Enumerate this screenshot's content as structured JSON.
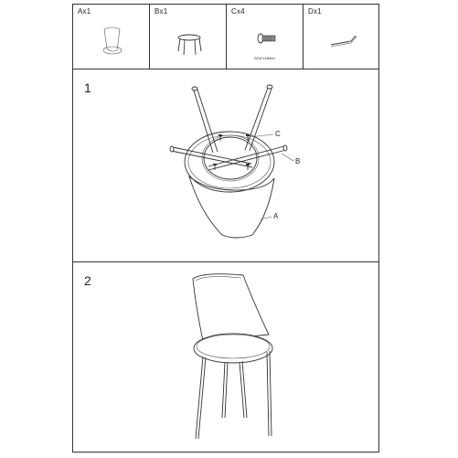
{
  "parts": [
    {
      "label": "Ax1",
      "name": "seat-shell"
    },
    {
      "label": "Bx1",
      "name": "leg-frame"
    },
    {
      "label": "Cx4",
      "name": "screw",
      "size": "5/16\"x18mm"
    },
    {
      "label": "Dx1",
      "name": "allen-key"
    }
  ],
  "steps": [
    {
      "number": "1",
      "callouts": [
        "C",
        "B",
        "A"
      ]
    },
    {
      "number": "2"
    }
  ]
}
